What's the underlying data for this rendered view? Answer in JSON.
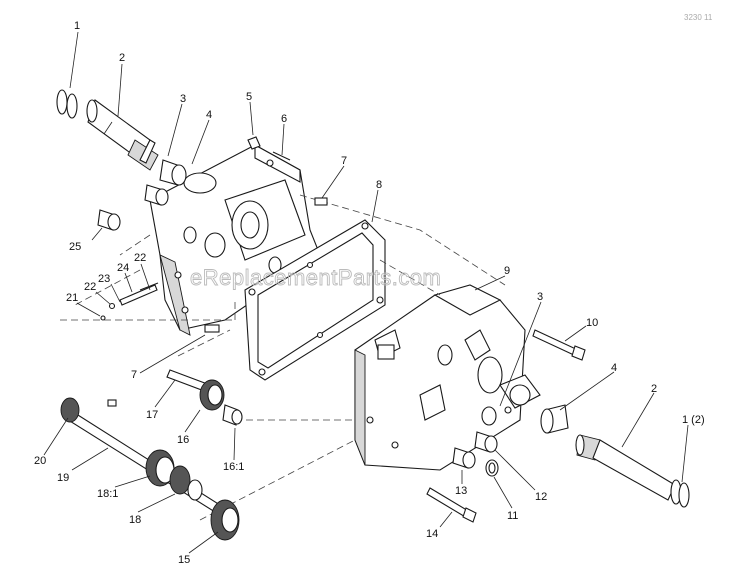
{
  "watermark": "eReplacementParts.com",
  "corner_code": "3230 11",
  "callouts": {
    "c1": "1",
    "c2": "2",
    "c3": "3",
    "c4": "4",
    "c5": "5",
    "c6": "6",
    "c7": "7",
    "c8": "8",
    "c25": "25",
    "c22": "22",
    "c24": "24",
    "c23": "23",
    "c21": "21",
    "c22b": "22",
    "c9": "9",
    "c3b": "3",
    "c10": "10",
    "c7b": "7",
    "c4b": "4",
    "c2b": "2",
    "c1b": "1 (2)",
    "c17": "17",
    "c16": "16",
    "c161": "16:1",
    "c20": "20",
    "c19": "19",
    "c181": "18:1",
    "c18": "18",
    "c15": "15",
    "c13": "13",
    "c12": "12",
    "c11": "11",
    "c14": "14"
  }
}
